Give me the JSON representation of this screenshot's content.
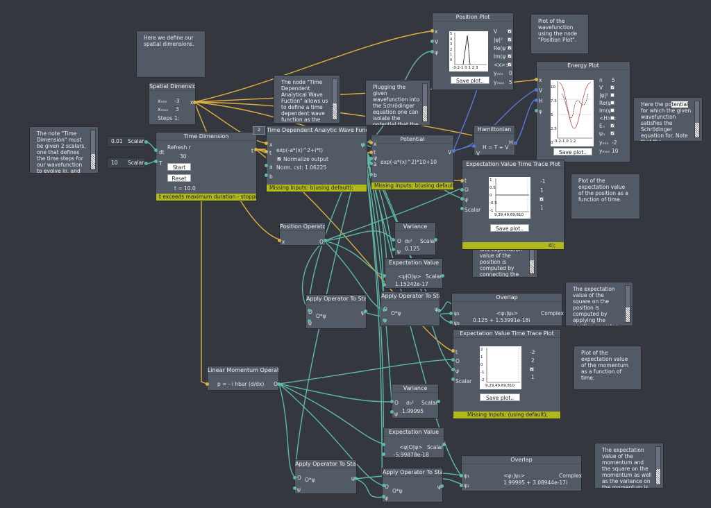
{
  "colors": {
    "background": "#34383e",
    "node": "#525a66",
    "wire_yellow": "#e0b040",
    "wire_teal": "#5fb8a8",
    "wire_blue": "#5a78d8",
    "status": "#b0b81a"
  },
  "notes": {
    "spatial": "Here we define our spatial dimensions.",
    "time_dim": "The note \"Time Dimension\" must be given 2 scalars, one that defines the time steps for our wavefunction to evolve in, and an",
    "tdawf": "The node \"Time Dependent Analytical Wave Fuction\" allows us to define a time dependent wave function as the",
    "plugging": "Plugging the given wavefunction into the Schrödinger equation one can isolate the potential that the wavefunction is a",
    "posplot": "Plot of the wavefunction using the node \"Position Plot\".",
    "potential_pre": "Here the po",
    "potential_sel": "tential",
    "potential_post": " for which the given wavefunction satisfies the Schrödinger equation for. Note that the",
    "exp_time": "Plot of the expectation value of the position as a function of time.",
    "variance": "Here the variance and expectation value of the position is computed by connecting the node \"Position Operator\"",
    "exp_square": "The expectation value of the square on the position is computed by applying the position operator to our wavefunction",
    "mom_plot": "Plot of the expectation value of the momentum as a function of time.",
    "mom_exp": "The expectation value of the momentum and the square on the momentum as well as the variance on the momentum is"
  },
  "scalars": {
    "dt": "0.01",
    "T": "10",
    "label": "Scalar"
  },
  "spatial": {
    "title": "Spatial Dimension",
    "xmin_label": "xₘᵢₙ",
    "xmin": "-3",
    "xmax_label": "xₘₐₓ",
    "xmax": "3",
    "steps_label": "Steps",
    "steps": "1:",
    "out": "x"
  },
  "time": {
    "title": "Time Dimension",
    "refresh": "Refresh r",
    "refresh_val": "30",
    "start": "Start",
    "reset": "Reset",
    "t": "t = 10.0",
    "status": "t exceeds maximum duration - stopping.",
    "in_dt": "dt",
    "in_T": "T",
    "out": "t"
  },
  "tdawf": {
    "badge": "2",
    "title": "Time Dependent Analytic Wave Function",
    "expr": "exp(-a*(x)^2+i*t)",
    "normalize": "Normalize output",
    "norm": "Norm. cst: 1.06225",
    "status": "Missing Inputs: b(using default);",
    "ports": [
      "x",
      "t",
      "a",
      "b"
    ],
    "out": "ψ"
  },
  "potential": {
    "title": "Potential",
    "expr": "exp(-a*(x)^2)*10+10",
    "status": "Missing Inputs: b(using default);",
    "ports": [
      "x",
      "t",
      "ψ",
      "a",
      "b"
    ],
    "out": "V"
  },
  "posplot": {
    "title": "Position Plot",
    "ports": [
      "x",
      "V",
      "ψ"
    ],
    "rows": [
      "V",
      "|ψ|²",
      "Re(ψ",
      "Im(ψ",
      "<x>±",
      "yₘᵢₙ",
      "yₘₐₓ"
    ],
    "ymin": "0",
    "ymax": "5",
    "ticks": "-3-2-1 0 1 2 3",
    "yticks": [
      "5",
      "4",
      "3",
      "2",
      "1",
      "0"
    ],
    "save": "Save plot.."
  },
  "energy": {
    "title": "Energy Plot",
    "ports": [
      "x",
      "V",
      "H",
      "ψ"
    ],
    "rows": [
      "n",
      "V",
      "|ψ|²",
      "Re(ψ",
      "Im(ψ",
      "<H>±",
      "Eₙ",
      "ψₙ",
      "yₘᵢₙ",
      "yₘₐₓ"
    ],
    "n": "5",
    "ymin": "-2",
    "ymax": "10",
    "yticks": [
      "10",
      "7.5",
      "5",
      "2.5",
      "0"
    ],
    "ticks": "-3-2-1 0 1 2",
    "save": "Save plot.."
  },
  "hamiltonian": {
    "title": "Hamiltonian",
    "expr": "H = T + V",
    "in": "V",
    "out": "H"
  },
  "exptrace1": {
    "title": "Expectation Value Time Trace Plot",
    "ports": [
      "t",
      "O",
      "ψ",
      "Scalar"
    ],
    "vals": [
      "-1",
      "1",
      "",
      "1"
    ],
    "yticks": [
      "1",
      "0.5",
      "0",
      "-0.5",
      "-1"
    ],
    "ticks": "9,39,49,69,810",
    "save": "Save plot..",
    "status": "d);"
  },
  "posop": {
    "title": "Position Operator",
    "in": "x",
    "out": "O"
  },
  "variance1": {
    "title": "Variance",
    "sym": "σ₀²",
    "val": "0.125",
    "out": "Scalar"
  },
  "expval1": {
    "title": "Expectation Value",
    "sym": "<ψ|O|ψ>",
    "val": "1.15242e-17",
    "out": "Scalar"
  },
  "apply1": {
    "title": "Apply Operator To State",
    "expr": "O*ψ",
    "in": [
      "O",
      "ψ"
    ],
    "out": "ψ"
  },
  "apply2": {
    "title": "Apply Operator To State",
    "expr": "O*ψ",
    "in": [
      "O",
      "ψ"
    ],
    "out": "ψ"
  },
  "overlap1": {
    "title": "Overlap",
    "sym": "<ψ₁|ψ₂>",
    "val": "0.125 + 1.53991e-18i",
    "in": [
      "ψ₁",
      "ψ₂"
    ],
    "out": "Complex"
  },
  "exptrace2": {
    "title": "Expectation Value Time Trace Plot",
    "ports": [
      "t",
      "O",
      "ψ",
      "Scalar"
    ],
    "vals": [
      "-2",
      "2",
      "",
      "1"
    ],
    "yticks": [
      "2",
      "1",
      "0",
      "-1",
      "-2"
    ],
    "ticks": "9,29,49,69,810",
    "save": "Save plot..",
    "status": "Missing Inputs: (using default);"
  },
  "momop": {
    "title": "Linear Momentum Operator",
    "expr": "p = - i hbar (d/dx)",
    "out": "O"
  },
  "variance2": {
    "title": "Variance",
    "sym": "σ₀²",
    "val": "1.99995",
    "out": "Scalar"
  },
  "expval2": {
    "title": "Expectation Value",
    "sym": "<ψ|O|ψ>",
    "val": "-5.99878e-18",
    "out": "Scalar"
  },
  "apply3": {
    "title": "Apply Operator To State",
    "expr": "O*ψ",
    "in": [
      "O",
      "ψ"
    ],
    "out": "ψ"
  },
  "apply4": {
    "title": "Apply Operator To State",
    "expr": "O*ψ",
    "in": [
      "O",
      "ψ"
    ],
    "out": "ψ"
  },
  "overlap2": {
    "title": "Overlap",
    "sym": "<ψ₁|ψ₂>",
    "val": "1.99995 + 3.08944e-17i",
    "in": [
      "ψ₁",
      "ψ₂"
    ],
    "out": "Complex"
  }
}
